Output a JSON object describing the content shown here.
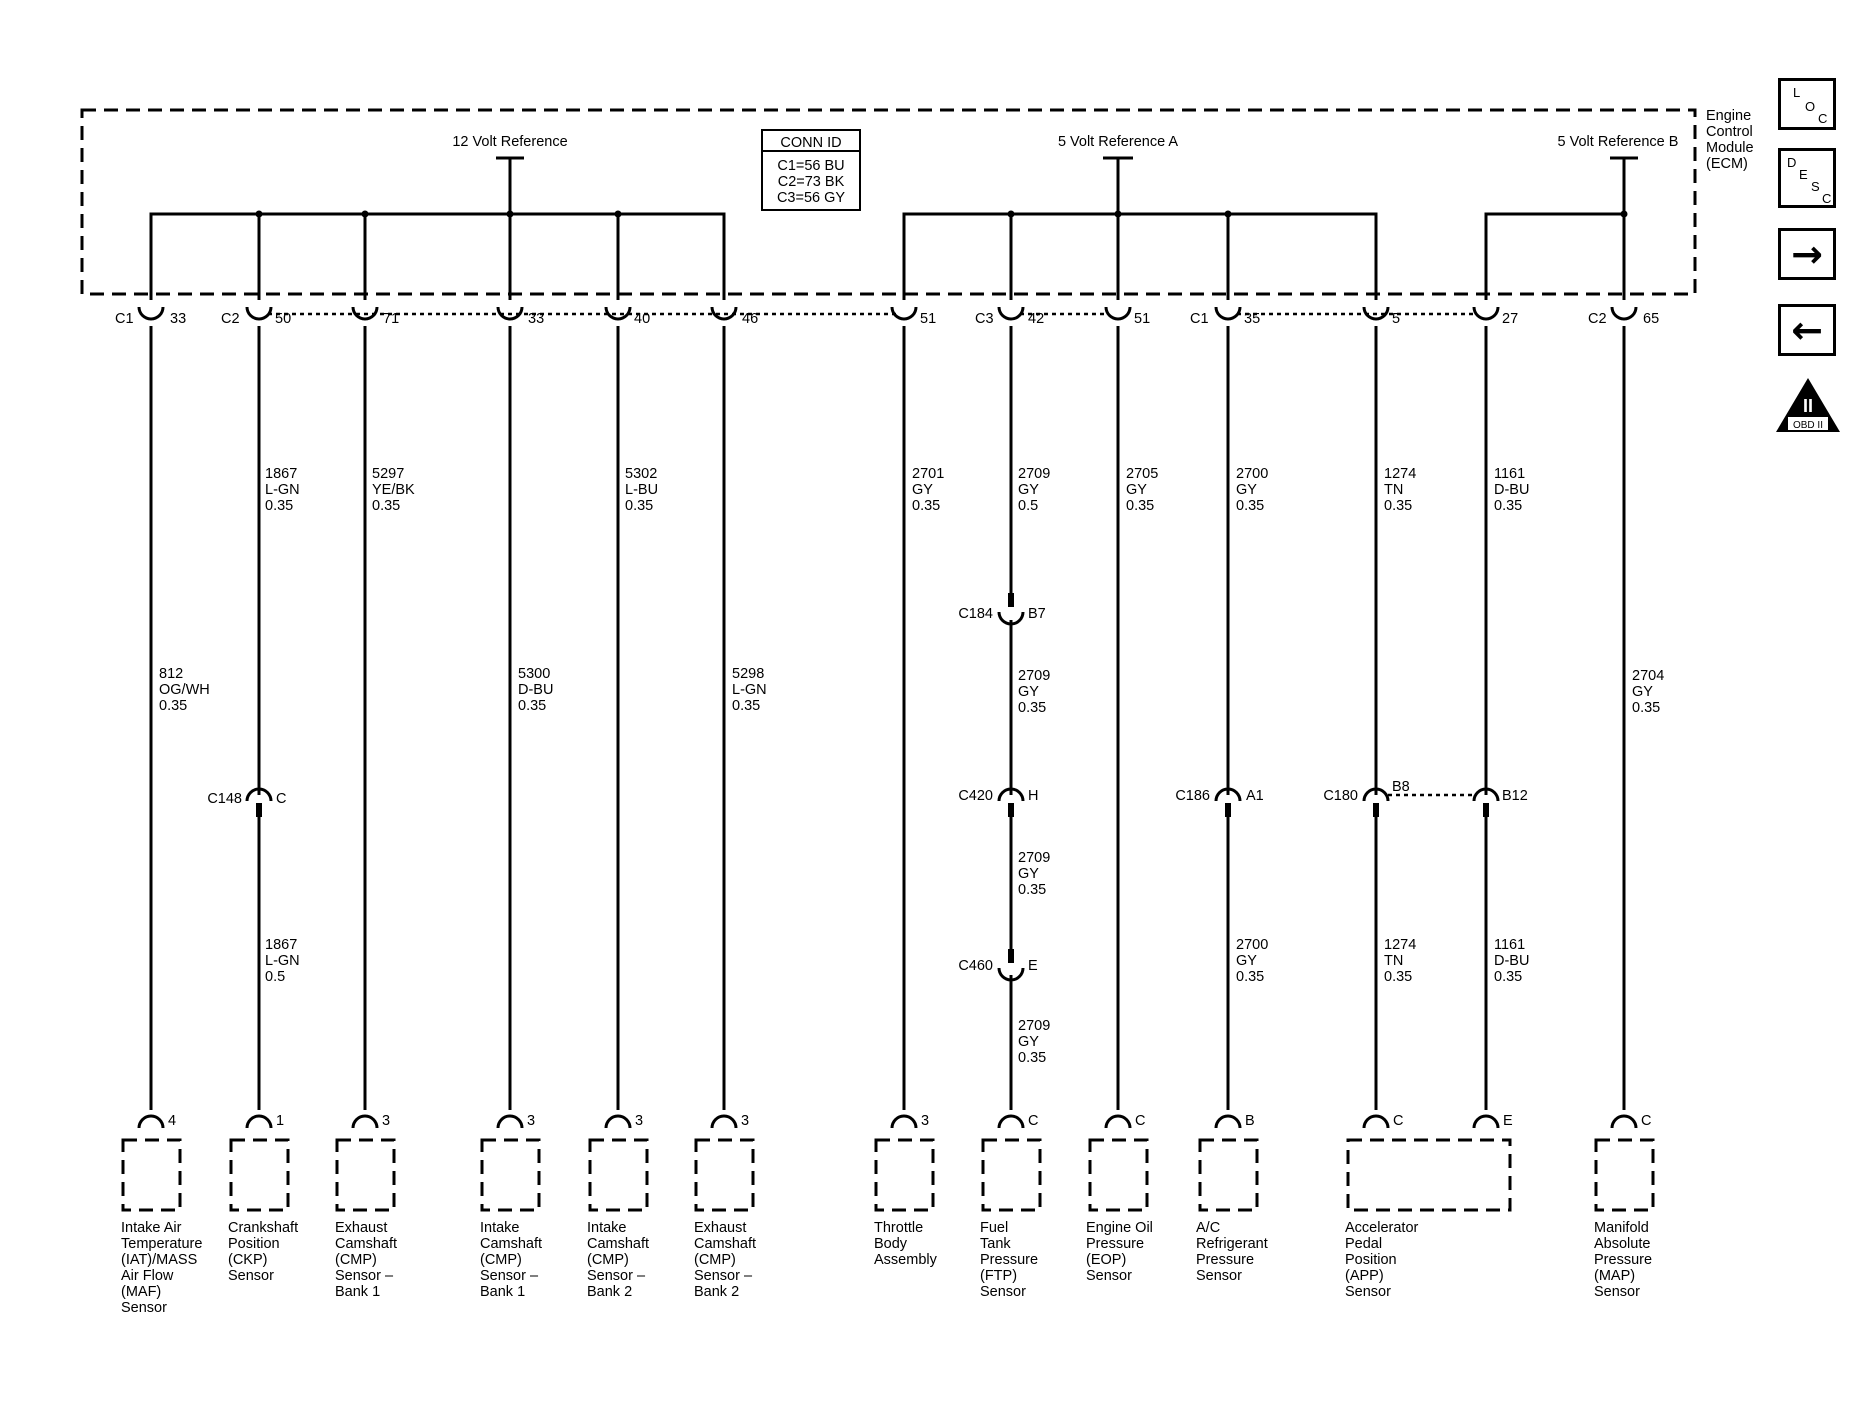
{
  "module": {
    "lines": [
      "Engine",
      "Control",
      "Module",
      "(ECM)"
    ]
  },
  "references": {
    "v12": "12 Volt Reference",
    "v5a": "5 Volt Reference A",
    "v5b": "5 Volt Reference B"
  },
  "conn_id": {
    "title": "CONN ID",
    "rows": [
      "C1=56 BU",
      "C2=73 BK",
      "C3=56 GY"
    ]
  },
  "circuits": [
    {
      "id": "maf",
      "conn": "C1",
      "pin": "33",
      "wire": [
        "812",
        "OG/WH",
        "0.35"
      ],
      "comp_pin": "4",
      "label": [
        "Intake Air",
        "Temperature",
        "(IAT)/MASS",
        "Air Flow",
        "(MAF)",
        "Sensor"
      ]
    },
    {
      "id": "ckp",
      "conn": "C2",
      "pin": "50",
      "wire": [
        "1867",
        "L-GN",
        "0.35"
      ],
      "inline": {
        "conn": "C148",
        "pin": "C"
      },
      "wire2": [
        "1867",
        "L-GN",
        "0.5"
      ],
      "comp_pin": "1",
      "label": [
        "Crankshaft",
        "Position",
        "(CKP)",
        "Sensor"
      ]
    },
    {
      "id": "cmp_ex1",
      "conn": "",
      "pin": "71",
      "wire": [
        "5297",
        "YE/BK",
        "0.35"
      ],
      "comp_pin": "3",
      "label": [
        "Exhaust",
        "Camshaft",
        "(CMP)",
        "Sensor –",
        "Bank 1"
      ]
    },
    {
      "id": "cmp_in1",
      "conn": "",
      "pin": "33",
      "wire": [
        "5300",
        "D-BU",
        "0.35"
      ],
      "comp_pin": "3",
      "label": [
        "Intake",
        "Camshaft",
        "(CMP)",
        "Sensor –",
        "Bank 1"
      ]
    },
    {
      "id": "cmp_in2",
      "conn": "",
      "pin": "40",
      "wire": [
        "5302",
        "L-BU",
        "0.35"
      ],
      "comp_pin": "3",
      "label": [
        "Intake",
        "Camshaft",
        "(CMP)",
        "Sensor –",
        "Bank 2"
      ]
    },
    {
      "id": "cmp_ex2",
      "conn": "",
      "pin": "46",
      "wire": [
        "5298",
        "L-GN",
        "0.35"
      ],
      "comp_pin": "3",
      "label": [
        "Exhaust",
        "Camshaft",
        "(CMP)",
        "Sensor –",
        "Bank 2"
      ]
    },
    {
      "id": "tb",
      "conn": "",
      "pin": "51",
      "wire": [
        "2701",
        "GY",
        "0.35"
      ],
      "comp_pin": "3",
      "label": [
        "Throttle",
        "Body",
        "Assembly"
      ]
    },
    {
      "id": "ftp",
      "conn": "C3",
      "pin": "42",
      "wire": [
        "2709",
        "GY",
        "0.5"
      ],
      "inline1": {
        "conn": "C184",
        "pin": "B7"
      },
      "wire2": [
        "2709",
        "GY",
        "0.35"
      ],
      "inline2": {
        "conn": "C420",
        "pin": "H"
      },
      "wire3": [
        "2709",
        "GY",
        "0.35"
      ],
      "inline3": {
        "conn": "C460",
        "pin": "E"
      },
      "wire4": [
        "2709",
        "GY",
        "0.35"
      ],
      "comp_pin": "C",
      "label": [
        "Fuel",
        "Tank",
        "Pressure",
        "(FTP)",
        "Sensor"
      ]
    },
    {
      "id": "eop",
      "conn": "",
      "pin": "51",
      "wire": [
        "2705",
        "GY",
        "0.35"
      ],
      "comp_pin": "C",
      "label": [
        "Engine Oil",
        "Pressure",
        "(EOP)",
        "Sensor"
      ]
    },
    {
      "id": "ac",
      "conn": "C1",
      "pin": "35",
      "wire": [
        "2700",
        "GY",
        "0.35"
      ],
      "inline": {
        "conn": "C186",
        "pin": "A1"
      },
      "wire2": [
        "2700",
        "GY",
        "0.35"
      ],
      "comp_pin": "B",
      "label": [
        "A/C",
        "Refrigerant",
        "Pressure",
        "Sensor"
      ]
    },
    {
      "id": "app_c",
      "conn": "",
      "pin": "5",
      "wire": [
        "1274",
        "TN",
        "0.35"
      ],
      "inline": {
        "conn": "C180",
        "pin": "B8"
      },
      "wire2": [
        "1274",
        "TN",
        "0.35"
      ],
      "comp_pin": "C"
    },
    {
      "id": "app_e",
      "conn": "",
      "pin": "27",
      "wire": [
        "1161",
        "D-BU",
        "0.35"
      ],
      "inline": {
        "conn": "",
        "pin": "B12"
      },
      "wire2": [
        "1161",
        "D-BU",
        "0.35"
      ],
      "comp_pin": "E",
      "label": [
        "Accelerator",
        "Pedal",
        "Position",
        "(APP)",
        "Sensor"
      ]
    },
    {
      "id": "map",
      "conn": "C2",
      "pin": "65",
      "wire": [
        "2704",
        "GY",
        "0.35"
      ],
      "comp_pin": "C",
      "label": [
        "Manifold",
        "Absolute",
        "Pressure",
        "(MAP)",
        "Sensor"
      ]
    }
  ],
  "nav": {
    "loc": [
      "L",
      "O",
      "C"
    ],
    "desc": [
      "D",
      "E",
      "S",
      "C"
    ],
    "next": "→",
    "prev": "←",
    "obd": {
      "roman": "II",
      "text": "OBD II"
    }
  }
}
